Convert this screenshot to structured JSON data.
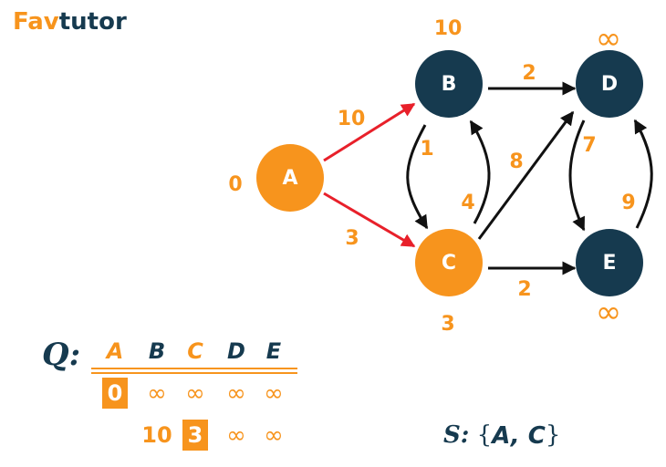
{
  "brand": {
    "logo_text": "Favtutor",
    "colors": {
      "orange": "#f7941d",
      "navy": "#163a4f",
      "red": "#e8202a",
      "black": "#111111"
    }
  },
  "graph": {
    "nodes": [
      {
        "id": "A",
        "label": "A",
        "distance": "0",
        "style": "orange"
      },
      {
        "id": "B",
        "label": "B",
        "distance": "10",
        "style": "navy"
      },
      {
        "id": "C",
        "label": "C",
        "distance": "3",
        "style": "orange"
      },
      {
        "id": "D",
        "label": "D",
        "distance": "∞",
        "style": "navy"
      },
      {
        "id": "E",
        "label": "E",
        "distance": "∞",
        "style": "navy"
      }
    ],
    "edges": [
      {
        "from": "A",
        "to": "B",
        "weight": "10",
        "color": "red"
      },
      {
        "from": "A",
        "to": "C",
        "weight": "3",
        "color": "red"
      },
      {
        "from": "B",
        "to": "D",
        "weight": "2",
        "color": "black"
      },
      {
        "from": "B",
        "to": "C",
        "weight": "1",
        "color": "black"
      },
      {
        "from": "C",
        "to": "B",
        "weight": "4",
        "color": "black"
      },
      {
        "from": "C",
        "to": "D",
        "weight": "8",
        "color": "black"
      },
      {
        "from": "C",
        "to": "E",
        "weight": "2",
        "color": "black"
      },
      {
        "from": "D",
        "to": "E",
        "weight": "7",
        "color": "black"
      },
      {
        "from": "E",
        "to": "D",
        "weight": "9",
        "color": "black"
      }
    ]
  },
  "queue": {
    "label": "Q:",
    "headers": [
      {
        "text": "A",
        "highlight": true
      },
      {
        "text": "B",
        "highlight": false
      },
      {
        "text": "C",
        "highlight": true
      },
      {
        "text": "D",
        "highlight": false
      },
      {
        "text": "E",
        "highlight": false
      }
    ],
    "rows": [
      [
        {
          "text": "0",
          "boxed": true
        },
        {
          "text": "∞"
        },
        {
          "text": "∞"
        },
        {
          "text": "∞"
        },
        {
          "text": "∞"
        }
      ],
      [
        {
          "text": ""
        },
        {
          "text": "10"
        },
        {
          "text": "3",
          "boxed": true
        },
        {
          "text": "∞"
        },
        {
          "text": "∞"
        }
      ]
    ]
  },
  "visited": {
    "prefix": "S:",
    "open": "{",
    "items": "A, C",
    "close": "}"
  }
}
